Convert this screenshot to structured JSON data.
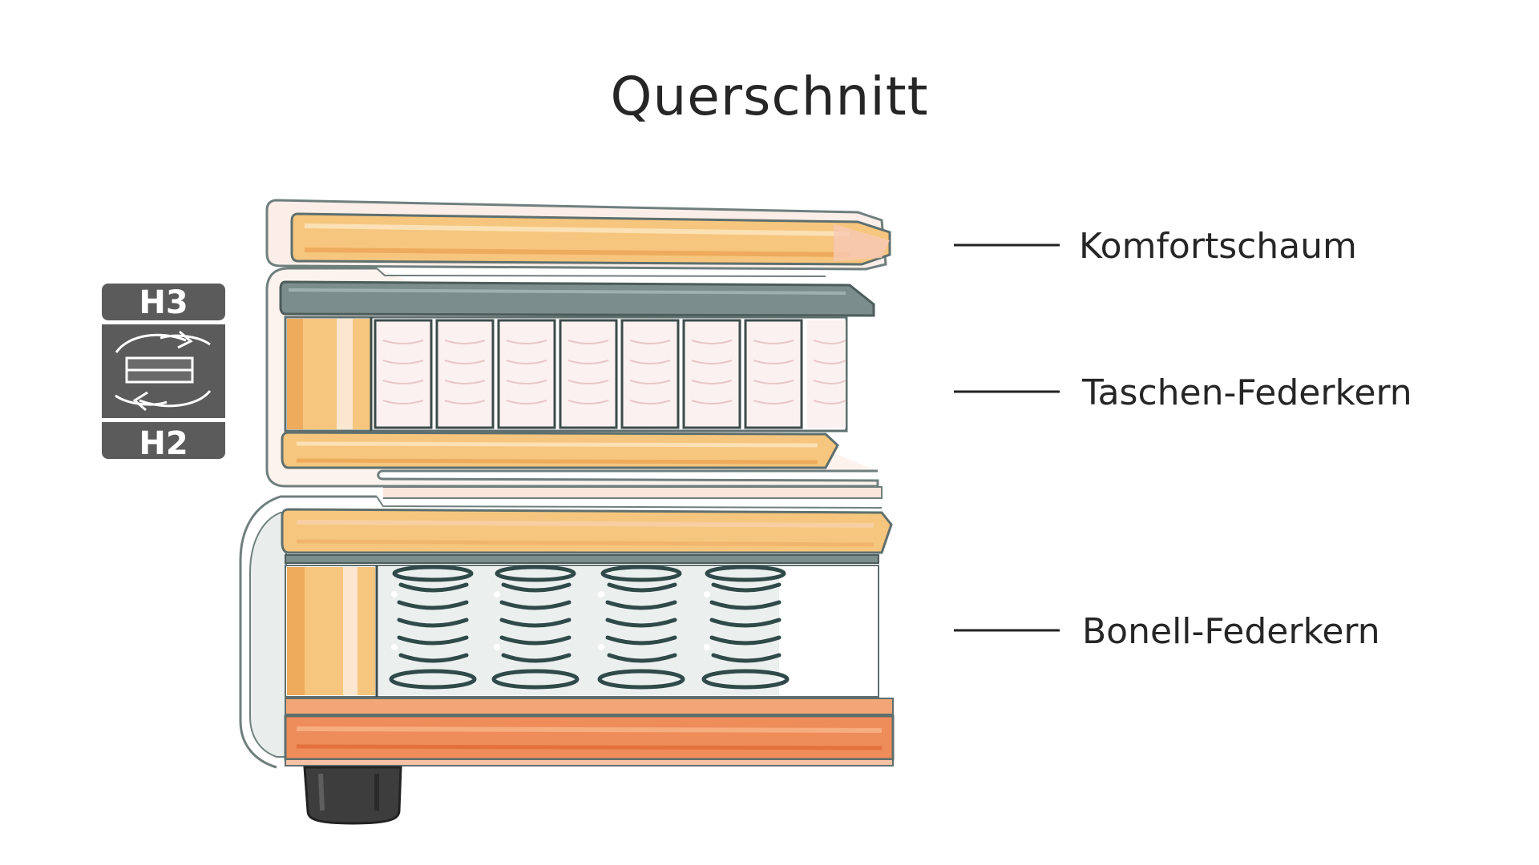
{
  "title": "Querschnitt",
  "firmness": {
    "top": "H3",
    "bottom": "H2",
    "icon": "flip-mattress-icon"
  },
  "labels": [
    {
      "text": "Komfortschaum"
    },
    {
      "text": "Taschen-Federkern"
    },
    {
      "text": "Bonell-Federkern"
    }
  ],
  "colors": {
    "foam": "#f6c67e",
    "foam_edge": "#e8a04c",
    "cover": "#fbe6dc",
    "pocket_plate": "#7b8e8c",
    "base_wood": "#ee8c5a",
    "spring": "#2f4a48",
    "badge": "#5b5b5b",
    "foot": "#3d3d3d"
  }
}
